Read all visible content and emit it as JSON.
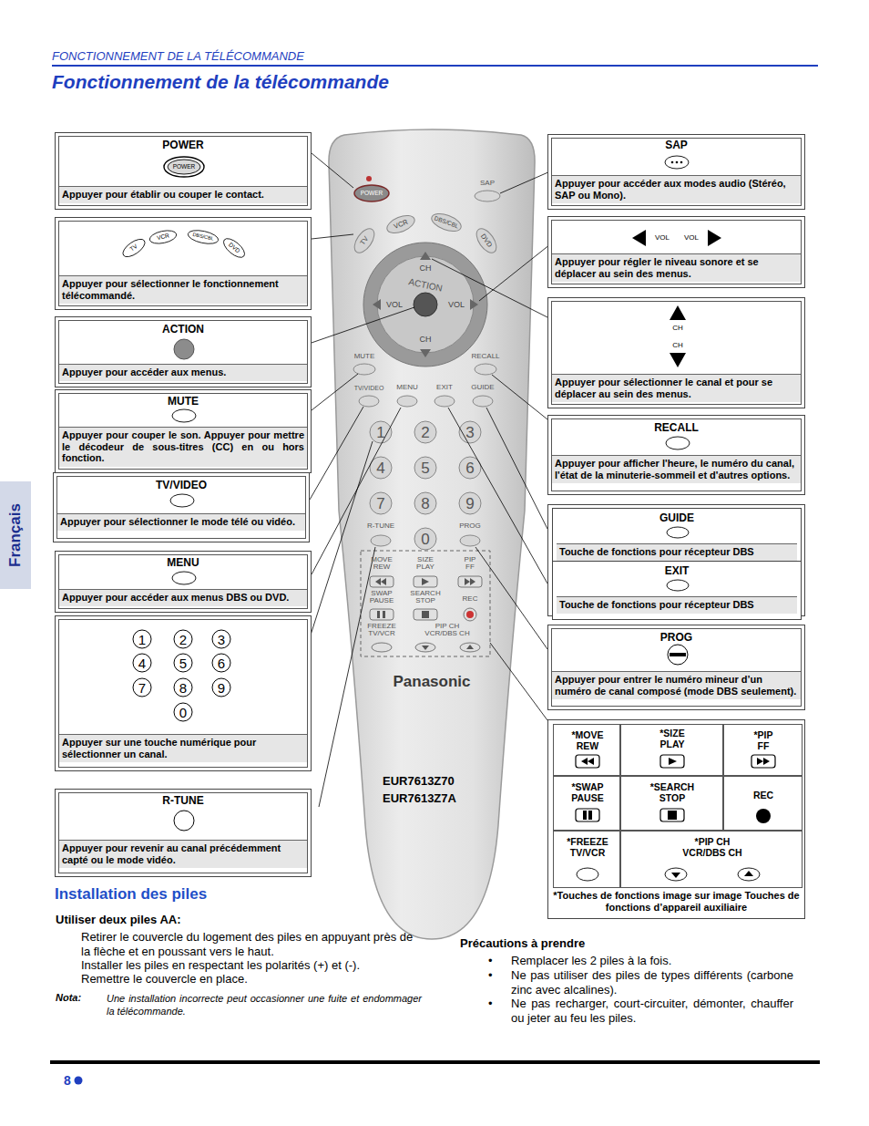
{
  "diagram": {
    "title": "Fonctionnement de la télécommande",
    "nodes": [
      {
        "text": [
          "POWER",
          "POWER",
          "Appuyer pour établir ou couper le contact."
        ]
      },
      {
        "text": [
          "TV",
          "VCR",
          "DBS/CBL",
          "DVD",
          "Appuyer pour sélectionner le fonctionnement télécommandé."
        ]
      },
      {
        "text": [
          "ACTION",
          "Appuyer pour accéder aux menus."
        ]
      },
      {
        "text": [
          "MUTE",
          "Appuyer pour couper le son. Appuyer pour mettre le décodeur de sous-titres (CC) en ou hors fonction."
        ]
      },
      {
        "text": [
          "TV/VIDEO",
          "Appuyer pour sélectionner le mode télé ou vidéo."
        ]
      },
      {
        "text": [
          "MENU",
          "Appuyer pour accéder aux menus DBS ou DVD."
        ]
      },
      {
        "text": [
          "1",
          "2",
          "3",
          "4",
          "5",
          "6",
          "7",
          "8",
          "9",
          "0",
          "Appuyer sur une touche numérique pour sélectionner un canal."
        ]
      },
      {
        "text": [
          "R-TUNE",
          "Appuyer pour revenir au canal précédemment capté ou le mode vidéo."
        ]
      },
      {
        "text": [
          "SAP",
          "Appuyer pour accéder aux modes audio (Stéréo, SAP ou Mono)."
        ]
      },
      {
        "text": [
          "VOL",
          "VOL",
          "Appuyer pour régler le niveau sonore et se déplacer au sein des menus."
        ]
      },
      {
        "text": [
          "CH",
          "CH",
          "Appuyer pour sélectionner le canal et pour se déplacer au sein des menus."
        ]
      },
      {
        "text": [
          "RECALL",
          "Appuyer pour afficher l'heure, le numéro du canal, l'état de la minuterie-sommeil et d'autres options."
        ]
      },
      {
        "text": [
          "GUIDE",
          "Touche de fonctions pour récepteur DBS"
        ]
      },
      {
        "text": [
          "EXIT",
          "Touche de fonctions pour récepteur DBS"
        ]
      },
      {
        "text": [
          "PROG",
          "Appuyer pour entrer le numéro mineur d’un numéro de canal composé (mode DBS seulement)."
        ]
      },
      {
        "text": [
          "*Touches de fonctions image sur image Touches de fonctions d’appareil auxiliaire"
        ]
      },
      {
        "text": [
          "*MOVE REW"
        ],
        "in": 15
      },
      {
        "text": [
          "*SIZE PLAY"
        ],
        "in": 15
      },
      {
        "text": [
          "*PIP FF"
        ],
        "in": 15
      },
      {
        "text": [
          "*SWAP PAUSE"
        ],
        "in": 15
      },
      {
        "text": [
          "*SEARCH STOP"
        ],
        "in": 15
      },
      {
        "text": [
          "REC"
        ],
        "in": 15
      },
      {
        "text": [
          "*FREEZE TV/VCR"
        ],
        "in": 15
      },
      {
        "text": [
          "*PIP CH VCR/DBS CH"
        ],
        "in": 15
      }
    ],
    "labels": [
      "FONCTIONNEMENT DE LA TÉLÉCOMMANDE",
      "Français",
      "POWER",
      "SAP",
      "TV",
      "VCR",
      "DBS/CBL",
      "DVD",
      "CH",
      "ACTION",
      "VOL",
      "VOL",
      "CH",
      "MUTE",
      "RECALL",
      "TV/VIDEO",
      "MENU",
      "EXIT",
      "GUIDE",
      "1",
      "2",
      "3",
      "4",
      "5",
      "6",
      "7",
      "8",
      "9",
      "0",
      "R-TUNE",
      "PROG",
      "MOVE REW",
      "SIZE PLAY",
      "PIP FF",
      "SWAP PAUSE",
      "SEARCH STOP",
      "REC",
      "FREEZE TV/VCR",
      "PIP CH VCR/DBS CH",
      "Panasonic",
      "EUR7613Z70",
      "EUR7613Z7A",
      "Installation des piles",
      "Utiliser deux piles AA:",
      "Retirer le couvercle du logement des piles en appuyant près de la flèche et en poussant vers le haut.",
      "Installer les piles en respectant les polarités (+) et (-).",
      "Remettre le couvercle en place.",
      "Nota:",
      "Une installation incorrecte peut occasionner une fuite et endommager la télécommande.",
      "Précautions à prendre",
      "•",
      "Remplacer les 2 piles à la fois.",
      "•",
      "Ne pas utiliser des piles de types différents (carbone zinc avec alcalines).",
      "•",
      "Ne pas recharger, court-circuiter, démonter, chauffer ou jeter au feu les piles.",
      "8"
    ]
  }
}
